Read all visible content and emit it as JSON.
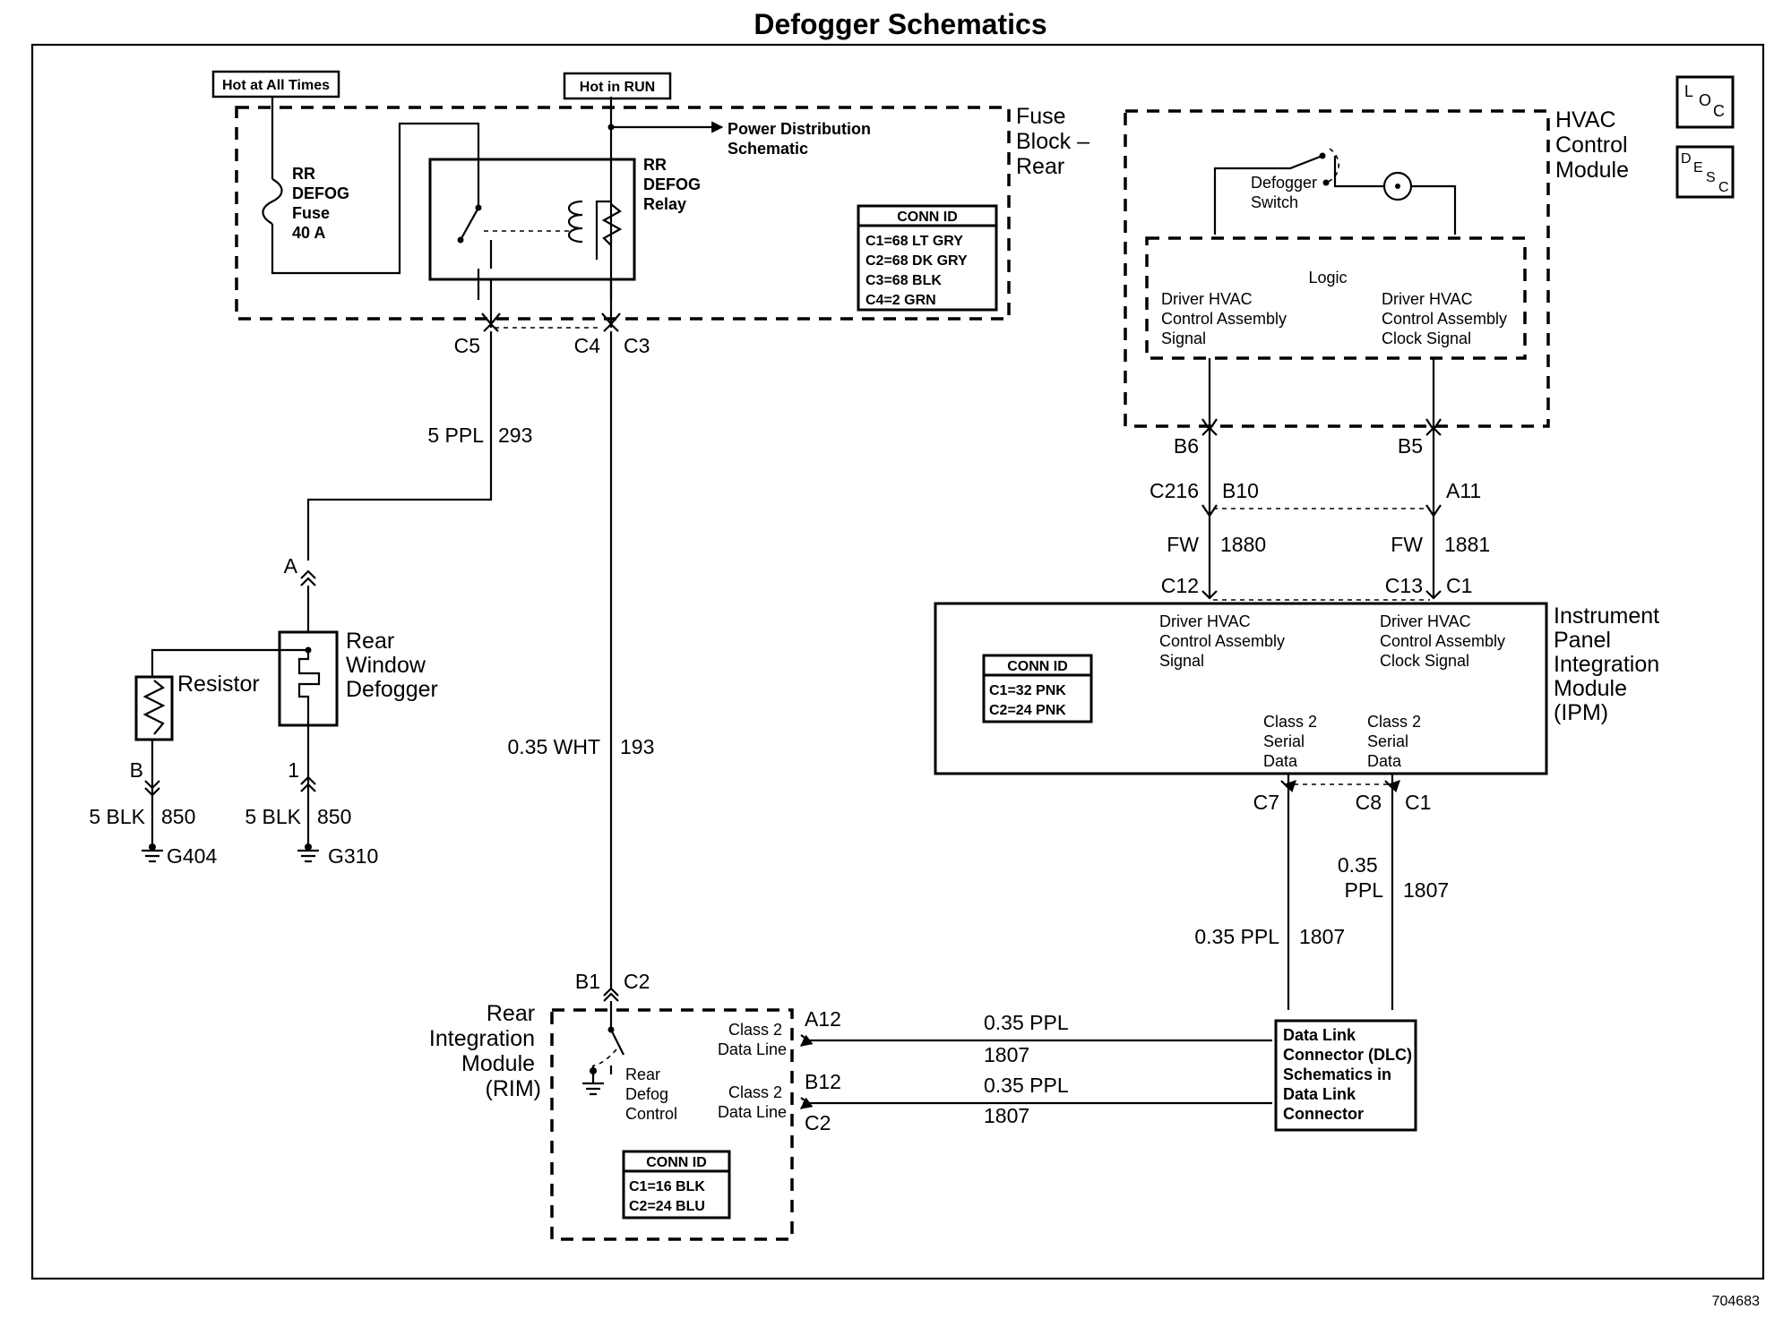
{
  "title": "Defogger Schematics",
  "figure_number": "704683",
  "nav_icons": {
    "loc": "LOC",
    "desc": "DESC",
    "loc_icon": "loc-icon",
    "desc_icon": "desc-icon"
  },
  "power": {
    "hot_all_times": "Hot at All Times",
    "hot_in_run": "Hot in RUN"
  },
  "fuse_block": {
    "title_lines": [
      "Fuse",
      "Block –",
      "Rear"
    ],
    "fuse_lines": [
      "RR",
      "DEFOG",
      "Fuse",
      "40 A"
    ],
    "relay_lines": [
      "RR",
      "DEFOG",
      "Relay"
    ],
    "pds_lines": [
      "Power Distribution",
      "Schematic"
    ],
    "conn_id": {
      "header": "CONN ID",
      "rows": [
        "C1=68 LT GRY",
        "C2=68 DK GRY",
        "C3=68 BLK",
        "C4=2 GRN"
      ]
    },
    "pins": {
      "c5": "C5",
      "c4": "C4",
      "c3": "C3"
    }
  },
  "hvac": {
    "title_lines": [
      "HVAC",
      "Control",
      "Module"
    ],
    "switch_lines": [
      "Defogger",
      "Switch"
    ],
    "logic": "Logic",
    "signal_lines": [
      "Driver HVAC",
      "Control Assembly",
      "Signal"
    ],
    "clock_lines": [
      "Driver HVAC",
      "Control Assembly",
      "Clock Signal"
    ],
    "pins": {
      "b6": "B6",
      "b5": "B5"
    }
  },
  "c216": {
    "connector": "C216",
    "b10": "B10",
    "a11": "A11"
  },
  "wires": {
    "w293": {
      "size": "5 PPL",
      "circuit": "293"
    },
    "w193": {
      "size": "0.35 WHT",
      "circuit": "193"
    },
    "w1880": {
      "size": "FW",
      "circuit": "1880"
    },
    "w1881": {
      "size": "FW",
      "circuit": "1881"
    },
    "w850a": {
      "size": "5 BLK",
      "circuit": "850"
    },
    "w850b": {
      "size": "5 BLK",
      "circuit": "850"
    },
    "w1807_c8": {
      "size_line1": "0.35",
      "size_line2": "PPL",
      "circuit": "1807"
    },
    "w1807_c7": {
      "size": "0.35 PPL",
      "circuit": "1807"
    },
    "w1807_a12": {
      "size": "0.35 PPL",
      "circuit": "1807"
    },
    "w1807_b12": {
      "size": "0.35 PPL",
      "circuit": "1807"
    }
  },
  "ipm": {
    "title_lines": [
      "Instrument",
      "Panel",
      "Integration",
      "Module",
      "(IPM)"
    ],
    "signal_lines": [
      "Driver HVAC",
      "Control Assembly",
      "Signal"
    ],
    "clock_lines": [
      "Driver HVAC",
      "Control Assembly",
      "Clock Signal"
    ],
    "class2_lines": [
      "Class 2",
      "Serial",
      "Data"
    ],
    "conn_id": {
      "header": "CONN ID",
      "rows": [
        "C1=32 PNK",
        "C2=24 PNK"
      ]
    },
    "pins": {
      "c12": "C12",
      "c13": "C13",
      "c1_top": "C1",
      "c7": "C7",
      "c8": "C8",
      "c1_bot": "C1"
    }
  },
  "defogger": {
    "pin_a": "A",
    "pin_b": "B",
    "pin_1": "1",
    "resistor": "Resistor",
    "title_lines": [
      "Rear",
      "Window",
      "Defogger"
    ],
    "g404": "G404",
    "g310": "G310"
  },
  "rim": {
    "title_lines": [
      "Rear",
      "Integration",
      "Module",
      "(RIM)"
    ],
    "control_lines": [
      "Rear",
      "Defog",
      "Control"
    ],
    "dataline_lines": [
      "Class 2",
      "Data Line"
    ],
    "conn_id": {
      "header": "CONN ID",
      "rows": [
        "C1=16 BLK",
        "C2=24 BLU"
      ]
    },
    "pins": {
      "b1": "B1",
      "c2_top": "C2",
      "a12": "A12",
      "b12": "B12",
      "c2_bot": "C2"
    }
  },
  "dlc": {
    "lines": [
      "Data Link",
      "Connector (DLC)",
      "Schematics in",
      "Data Link",
      "Connector"
    ]
  }
}
